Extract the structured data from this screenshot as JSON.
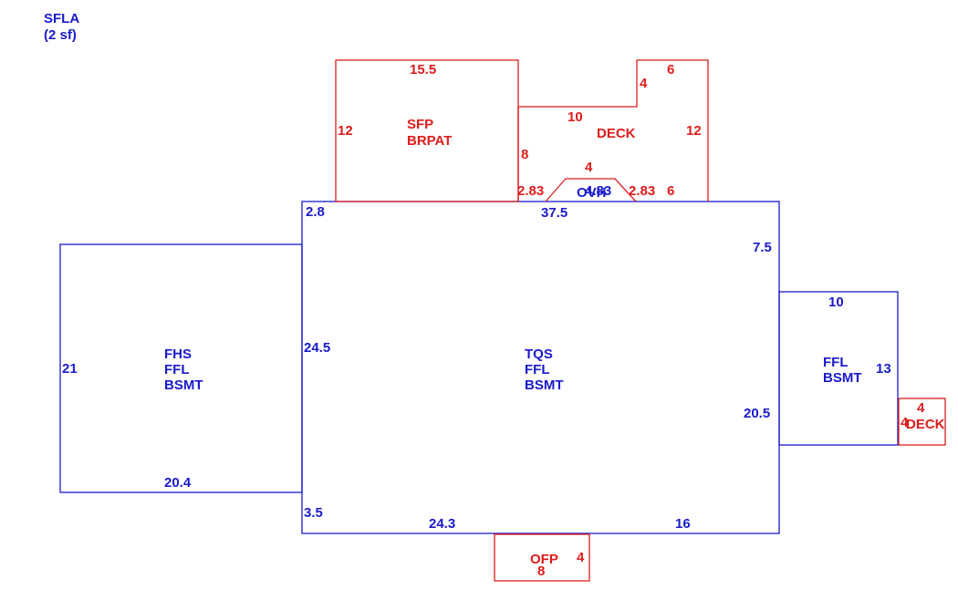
{
  "header": {
    "line1": "SFLA",
    "line2": "(2 sf)"
  },
  "areas": {
    "main": {
      "line1": "TQS",
      "line2": "FFL",
      "line3": "BSMT"
    },
    "left": {
      "line1": "FHS",
      "line2": "FFL",
      "line3": "BSMT"
    },
    "right": {
      "line1": "FFL",
      "line2": "BSMT"
    },
    "patio": {
      "line1": "SFP",
      "line2": "BRPAT"
    },
    "deck_top": {
      "line1": "DECK"
    },
    "deck_right": {
      "line1": "DECK"
    },
    "ovh": {
      "line1": "OVH"
    },
    "ofp": {
      "line1": "OFP"
    }
  },
  "dimensions": {
    "main_top": "37.5",
    "main_top_left": "2.8",
    "main_left": "24.5",
    "main_bottom_left": "3.5",
    "main_bottom_a": "24.3",
    "main_bottom_b": "16",
    "main_right_top": "7.5",
    "main_right": "20.5",
    "left_side": "21",
    "left_bottom": "20.4",
    "right_top": "10",
    "right_side": "13",
    "patio_top": "15.5",
    "patio_left": "12",
    "deck_top_a": "6",
    "deck_top_b": "4",
    "deck_mid": "10",
    "deck_right": "12",
    "deck_step": "8",
    "deck_bottom_right": "6",
    "ovh_top": "4",
    "ovh_left": "2.83",
    "ovh_center": "4.83",
    "ovh_right": "2.83",
    "deck2_top": "4",
    "deck2_side": "4",
    "ofp_side": "4",
    "ofp_bottom": "8"
  },
  "colors": {
    "house": "#1a1acc",
    "additions": "#dd1c1c"
  }
}
